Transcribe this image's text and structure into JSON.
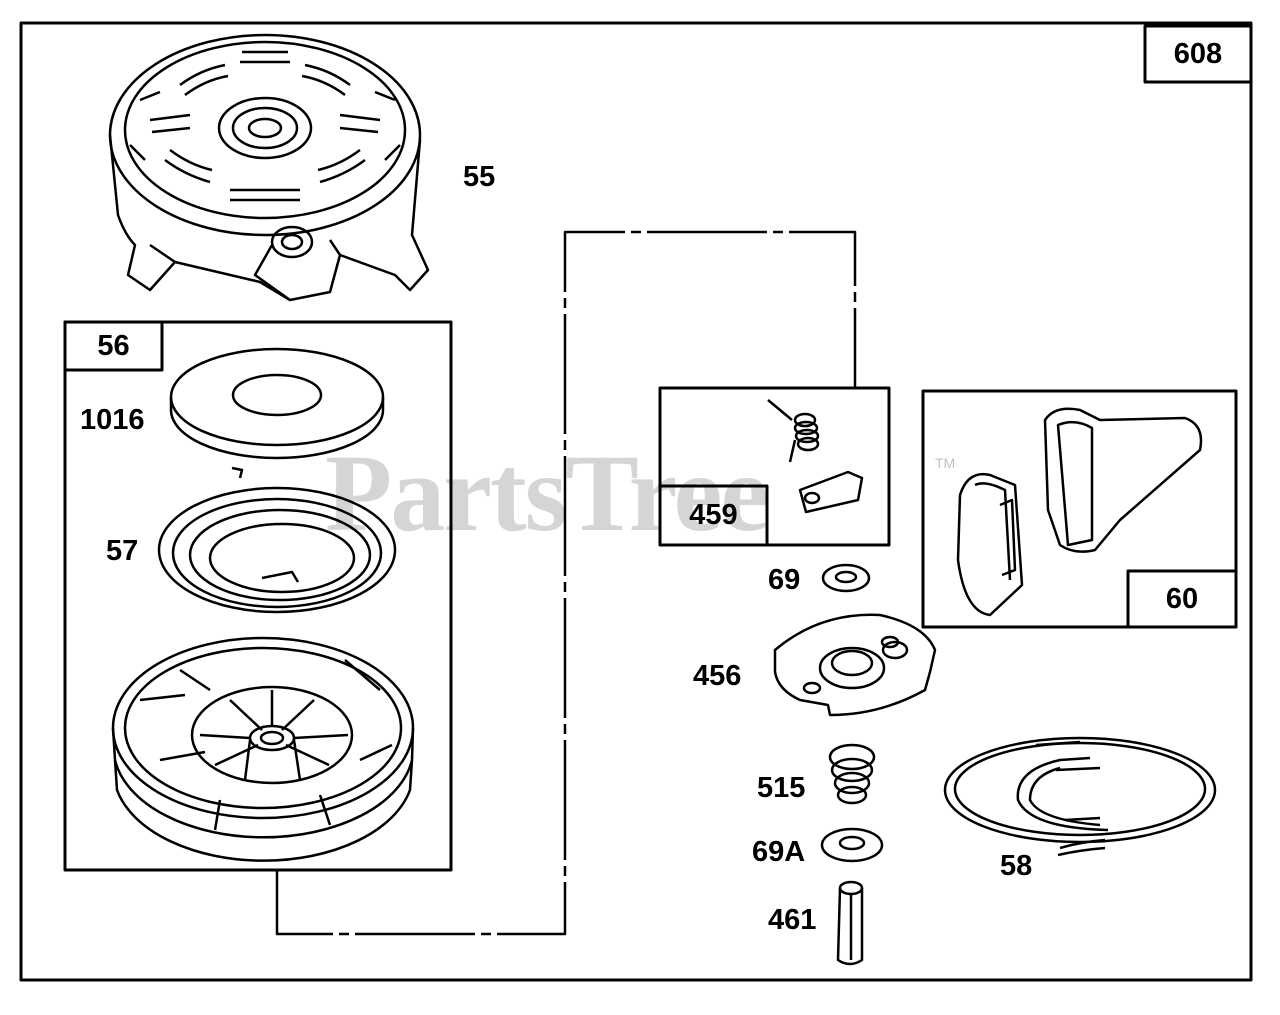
{
  "diagram": {
    "assembly_number": "608",
    "watermark": "PartsTree",
    "watermark_mark": "TM",
    "parts": [
      {
        "id": "p55",
        "label": "55",
        "icon": "blower-housing-icon"
      },
      {
        "id": "p56",
        "label": "56",
        "icon": "rewind-assembly-group-icon"
      },
      {
        "id": "p1016",
        "label": "1016",
        "icon": "spring-cover-icon"
      },
      {
        "id": "p57",
        "label": "57",
        "icon": "rewind-spring-icon"
      },
      {
        "id": "p459",
        "label": "459",
        "icon": "pawl-kit-icon"
      },
      {
        "id": "p60",
        "label": "60",
        "icon": "starter-handle-icon"
      },
      {
        "id": "p69",
        "label": "69",
        "icon": "washer-icon"
      },
      {
        "id": "p456",
        "label": "456",
        "icon": "pawl-retainer-icon"
      },
      {
        "id": "p515",
        "label": "515",
        "icon": "spring-icon"
      },
      {
        "id": "p69A",
        "label": "69A",
        "icon": "washer-icon"
      },
      {
        "id": "p461",
        "label": "461",
        "icon": "pin-icon"
      },
      {
        "id": "p58",
        "label": "58",
        "icon": "starter-rope-icon"
      }
    ]
  }
}
